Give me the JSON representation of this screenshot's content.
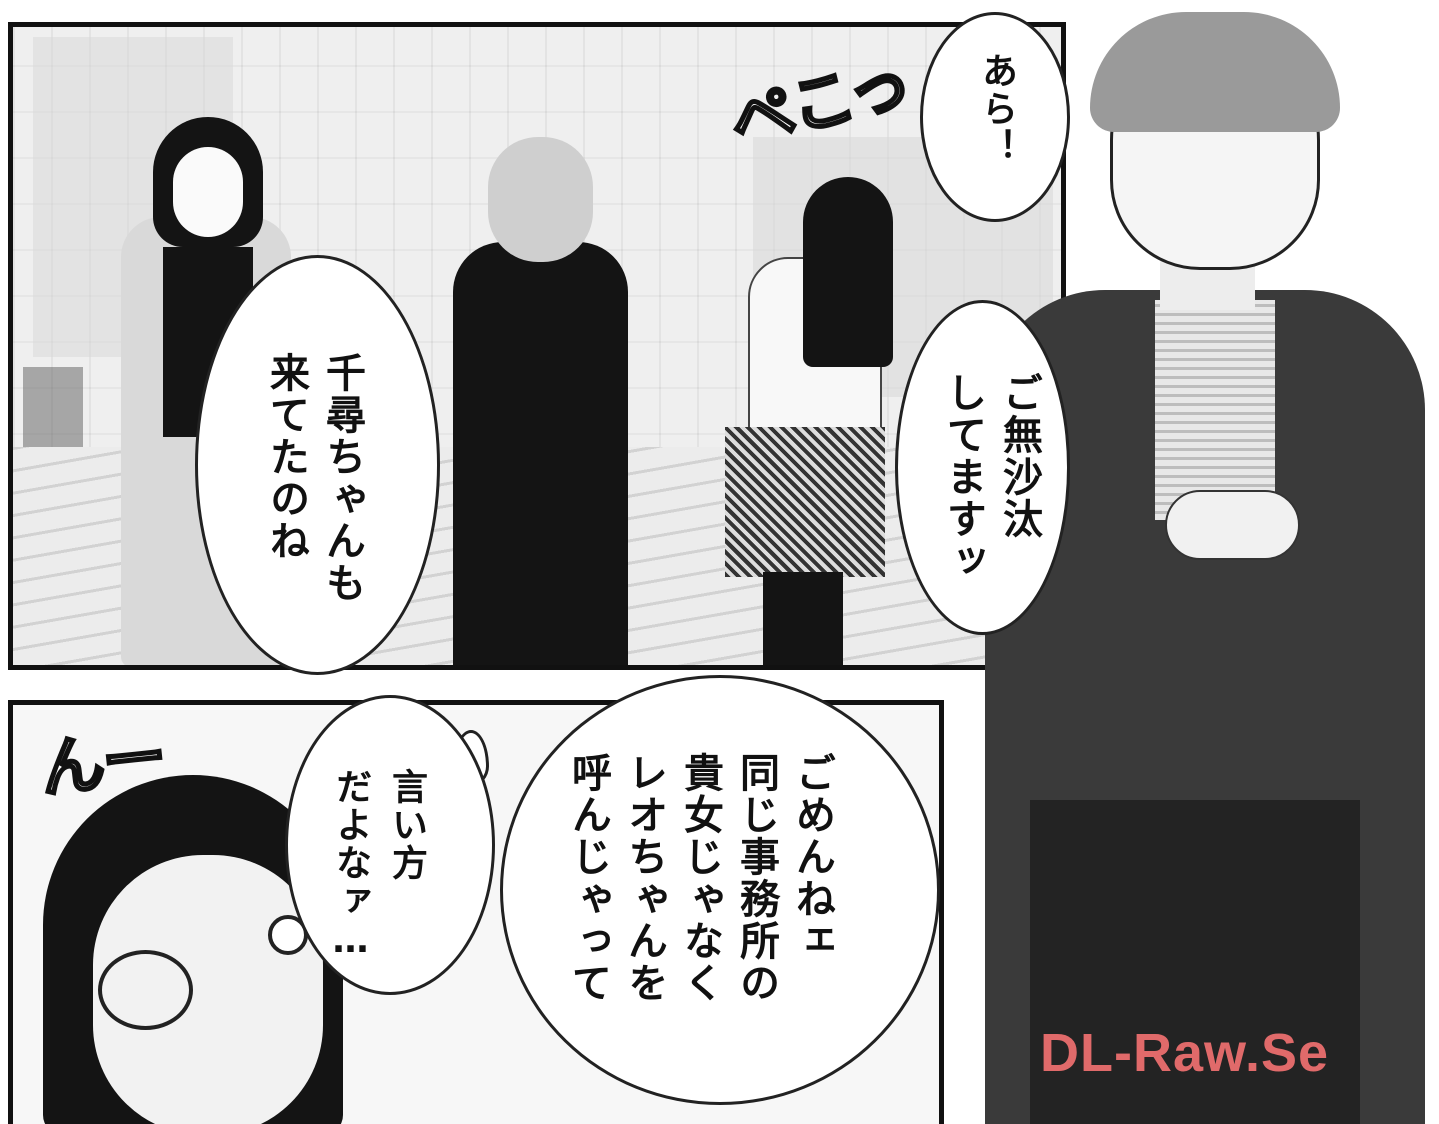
{
  "sfx": {
    "bow": "ペこっ",
    "hmm": "んー"
  },
  "speech": {
    "ara": "あら！",
    "gobusata": "ご無沙汰\nしてますッ",
    "chihiro": "千尋ちゃんも\n来てたのね",
    "gomenne": "ごめんねェ\n同じ事務所の\n貴女じゃなく\nレオちゃんを\n呼んじゃって",
    "iikata": "言い方\nだよなァ…"
  },
  "watermark": "DL-Raw.Se"
}
